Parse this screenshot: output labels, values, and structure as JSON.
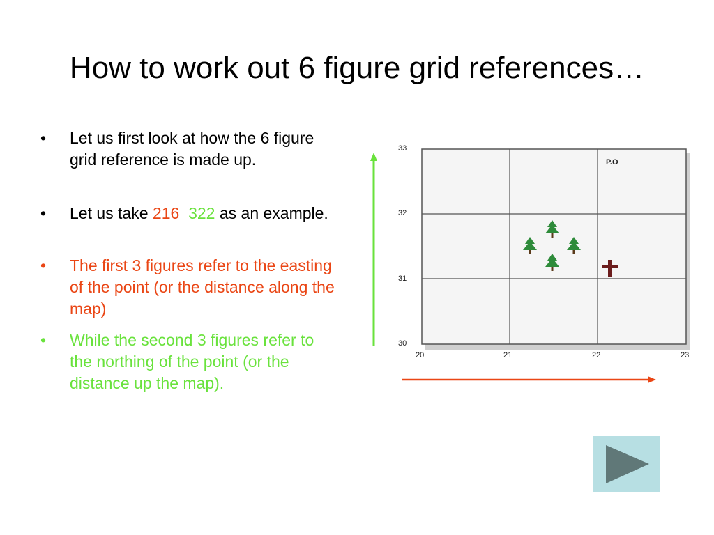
{
  "title": "How to work out 6 figure grid references…",
  "bullets": {
    "b1": "Let us first look at how the 6 figure grid reference is made up.",
    "b2_prefix": "Let us take ",
    "b2_easting": "216",
    "b2_gap": "  ",
    "b2_northing": "322",
    "b2_suffix": " as an example.",
    "b3": "The first 3 figures  refer to the easting of the point (or the distance along the map)",
    "b4": "While the second 3 figures refer to the northing of the point (or the distance up the map)."
  },
  "bullet_symbol": "•",
  "map": {
    "x_ticks": [
      "20",
      "21",
      "22",
      "23"
    ],
    "y_ticks": [
      "30",
      "31",
      "32",
      "33"
    ],
    "post_office_label": "P.O",
    "symbols": [
      "tree-icon",
      "tree-icon",
      "tree-icon",
      "tree-icon",
      "church-cross-icon"
    ]
  },
  "colors": {
    "easting": "#ea4615",
    "northing": "#69e23c",
    "church": "#6b1d1d",
    "tree": "#2e8b3a",
    "nav_button": "#b7dfe3",
    "nav_arrow": "#607878"
  },
  "nav": {
    "icon": "play-triangle-icon"
  }
}
